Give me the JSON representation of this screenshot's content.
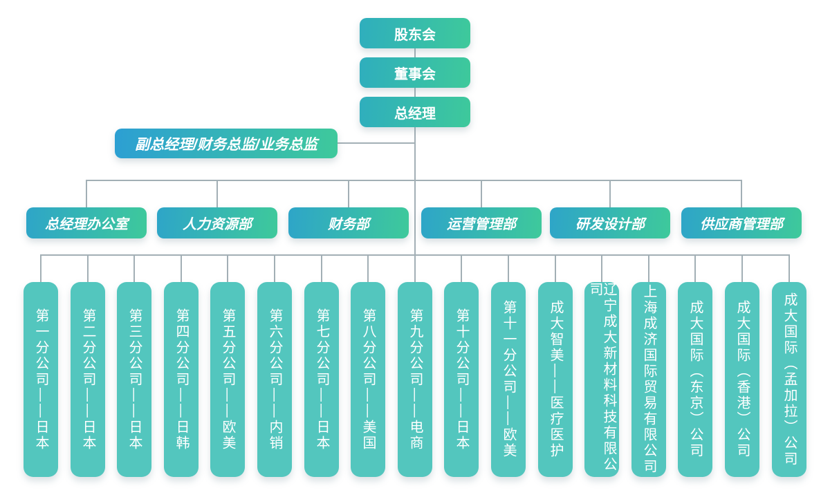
{
  "org": {
    "root_chain": [
      "股东会",
      "董事会",
      "总经理"
    ],
    "side_node": "副总经理/财务总监/业务总监",
    "departments": [
      "总经理办公室",
      "人力资源部",
      "财务部",
      "运营管理部",
      "研发设计部",
      "供应商管理部"
    ],
    "branches": [
      "第一分公司——日本",
      "第二分公司——日本",
      "第三分公司——日本",
      "第四分公司——日韩",
      "第五分公司——欧美",
      "第六分公司——内销",
      "第七分公司——日本",
      "第八分公司——美国",
      "第九分公司——电商",
      "第十分公司——日本",
      "第十一分公司——欧美",
      "成大智美——医疗医护",
      "辽宁成大新材料科技有限公司",
      "上海成济国际贸易有限公司",
      "成大国际（东京）公司",
      "成大国际（香港）公司",
      "成大国际（孟加拉）公司"
    ]
  },
  "colors": {
    "node_gradient_start": "#2FAEBD",
    "node_gradient_end": "#3EC99B",
    "side_node_gradient_start": "#2C9FD3",
    "department_gradient_start": "#2EA5C8",
    "branch_fill": "#53C6BE",
    "connector_line": "#A2AFB5",
    "text": "#FFFFFF",
    "background": "#FFFFFF"
  }
}
